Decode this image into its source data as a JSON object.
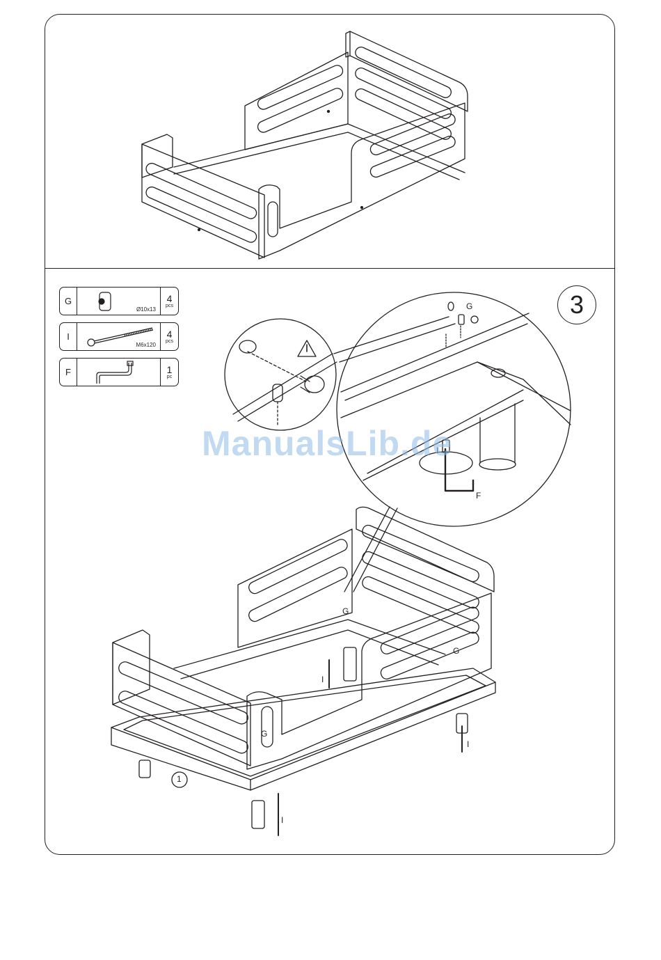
{
  "parts": [
    {
      "code": "G",
      "spec": "Ø10x13",
      "qty": "4",
      "unit": "pcs",
      "icon": "barrel-nut-icon"
    },
    {
      "code": "I",
      "spec": "M6x120",
      "qty": "4",
      "unit": "pcs",
      "icon": "bolt-icon"
    },
    {
      "code": "F",
      "spec": "",
      "qty": "1",
      "unit": "pc",
      "icon": "allen-key-icon"
    }
  ],
  "step_number": "3",
  "callouts": {
    "g": "G",
    "i": "I",
    "f": "F",
    "one": "1"
  },
  "watermark": "ManualsLib.de"
}
